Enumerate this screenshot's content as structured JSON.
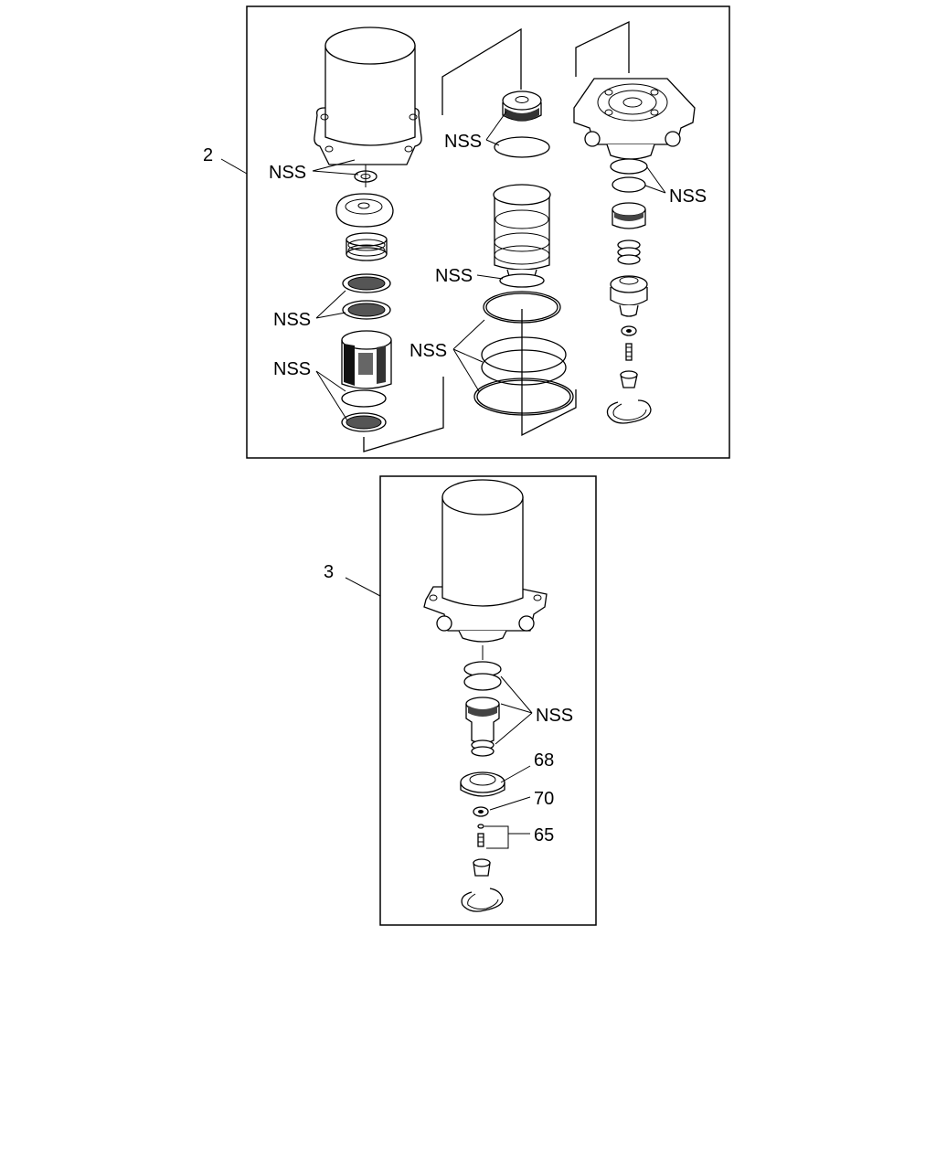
{
  "diagram": {
    "assembly_2": {
      "ref": "2",
      "nss_filter_top": "NSS",
      "nss_cap": "NSS",
      "nss_valve_oring": "NSS",
      "nss_seal_ring": "NSS",
      "nss_screens": "NSS",
      "nss_large_rings": "NSS",
      "nss_lower_screens": "NSS"
    },
    "assembly_3": {
      "ref": "3",
      "nss_valve_parts": "NSS",
      "callout_68": "68",
      "callout_70": "70",
      "callout_65": "65"
    }
  }
}
